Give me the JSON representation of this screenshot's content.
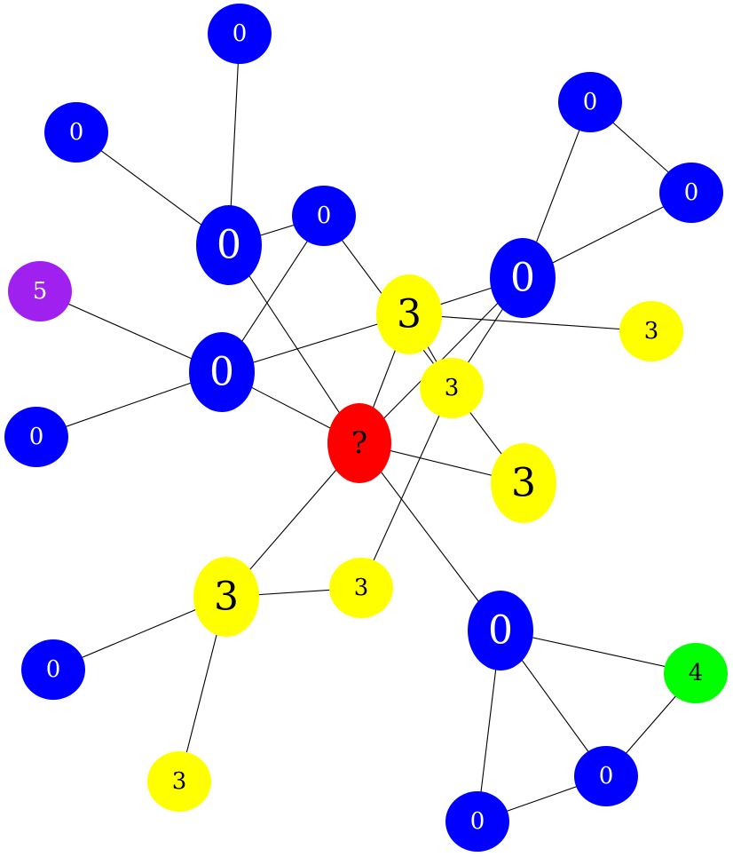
{
  "colors": {
    "blue": "#0000ff",
    "yellow": "#ffff00",
    "red": "#ff0000",
    "green": "#00ff00",
    "purple": "#a020f0"
  },
  "nodes": [
    {
      "id": "n_top",
      "label": "0",
      "color": "blue"
    },
    {
      "id": "n_tl",
      "label": "0",
      "color": "blue"
    },
    {
      "id": "n_big1",
      "label": "0",
      "color": "blue"
    },
    {
      "id": "n_mid",
      "label": "0",
      "color": "blue"
    },
    {
      "id": "n_purple",
      "label": "5",
      "color": "purple"
    },
    {
      "id": "n_big2",
      "label": "0",
      "color": "blue"
    },
    {
      "id": "n_left",
      "label": "0",
      "color": "blue"
    },
    {
      "id": "n_red",
      "label": "?",
      "color": "red"
    },
    {
      "id": "n_y1",
      "label": "3",
      "color": "yellow"
    },
    {
      "id": "n_y2",
      "label": "3",
      "color": "yellow"
    },
    {
      "id": "n_y3",
      "label": "3",
      "color": "yellow"
    },
    {
      "id": "n_y4",
      "label": "3",
      "color": "yellow"
    },
    {
      "id": "n_big3",
      "label": "0",
      "color": "blue"
    },
    {
      "id": "n_tr1",
      "label": "0",
      "color": "blue"
    },
    {
      "id": "n_tr2",
      "label": "0",
      "color": "blue"
    },
    {
      "id": "n_y5",
      "label": "3",
      "color": "yellow"
    },
    {
      "id": "n_y6",
      "label": "3",
      "color": "yellow"
    },
    {
      "id": "n_bl",
      "label": "0",
      "color": "blue"
    },
    {
      "id": "n_y7",
      "label": "3",
      "color": "yellow"
    },
    {
      "id": "n_big4",
      "label": "0",
      "color": "blue"
    },
    {
      "id": "n_green",
      "label": "4",
      "color": "green"
    },
    {
      "id": "n_br1",
      "label": "0",
      "color": "blue"
    },
    {
      "id": "n_br2",
      "label": "0",
      "color": "blue"
    }
  ],
  "edges": [
    [
      "n_top",
      "n_big1"
    ],
    [
      "n_tl",
      "n_big1"
    ],
    [
      "n_big1",
      "n_mid"
    ],
    [
      "n_big1",
      "n_red"
    ],
    [
      "n_mid",
      "n_big2"
    ],
    [
      "n_mid",
      "n_y2"
    ],
    [
      "n_purple",
      "n_big2"
    ],
    [
      "n_left",
      "n_big2"
    ],
    [
      "n_big2",
      "n_y1"
    ],
    [
      "n_big2",
      "n_red"
    ],
    [
      "n_y1",
      "n_big3"
    ],
    [
      "n_y1",
      "n_y5"
    ],
    [
      "n_y1",
      "n_red"
    ],
    [
      "n_y1",
      "n_y2"
    ],
    [
      "n_big3",
      "n_tr1"
    ],
    [
      "n_big3",
      "n_tr2"
    ],
    [
      "n_tr1",
      "n_tr2"
    ],
    [
      "n_big3",
      "n_red"
    ],
    [
      "n_big3",
      "n_y2"
    ],
    [
      "n_y2",
      "n_y3"
    ],
    [
      "n_y2",
      "n_y4"
    ],
    [
      "n_red",
      "n_y3"
    ],
    [
      "n_red",
      "n_y6"
    ],
    [
      "n_red",
      "n_big4"
    ],
    [
      "n_y6",
      "n_y4"
    ],
    [
      "n_y6",
      "n_bl"
    ],
    [
      "n_y6",
      "n_y7"
    ],
    [
      "n_big4",
      "n_green"
    ],
    [
      "n_big4",
      "n_br1"
    ],
    [
      "n_big4",
      "n_br2"
    ],
    [
      "n_green",
      "n_br1"
    ],
    [
      "n_br1",
      "n_br2"
    ]
  ]
}
